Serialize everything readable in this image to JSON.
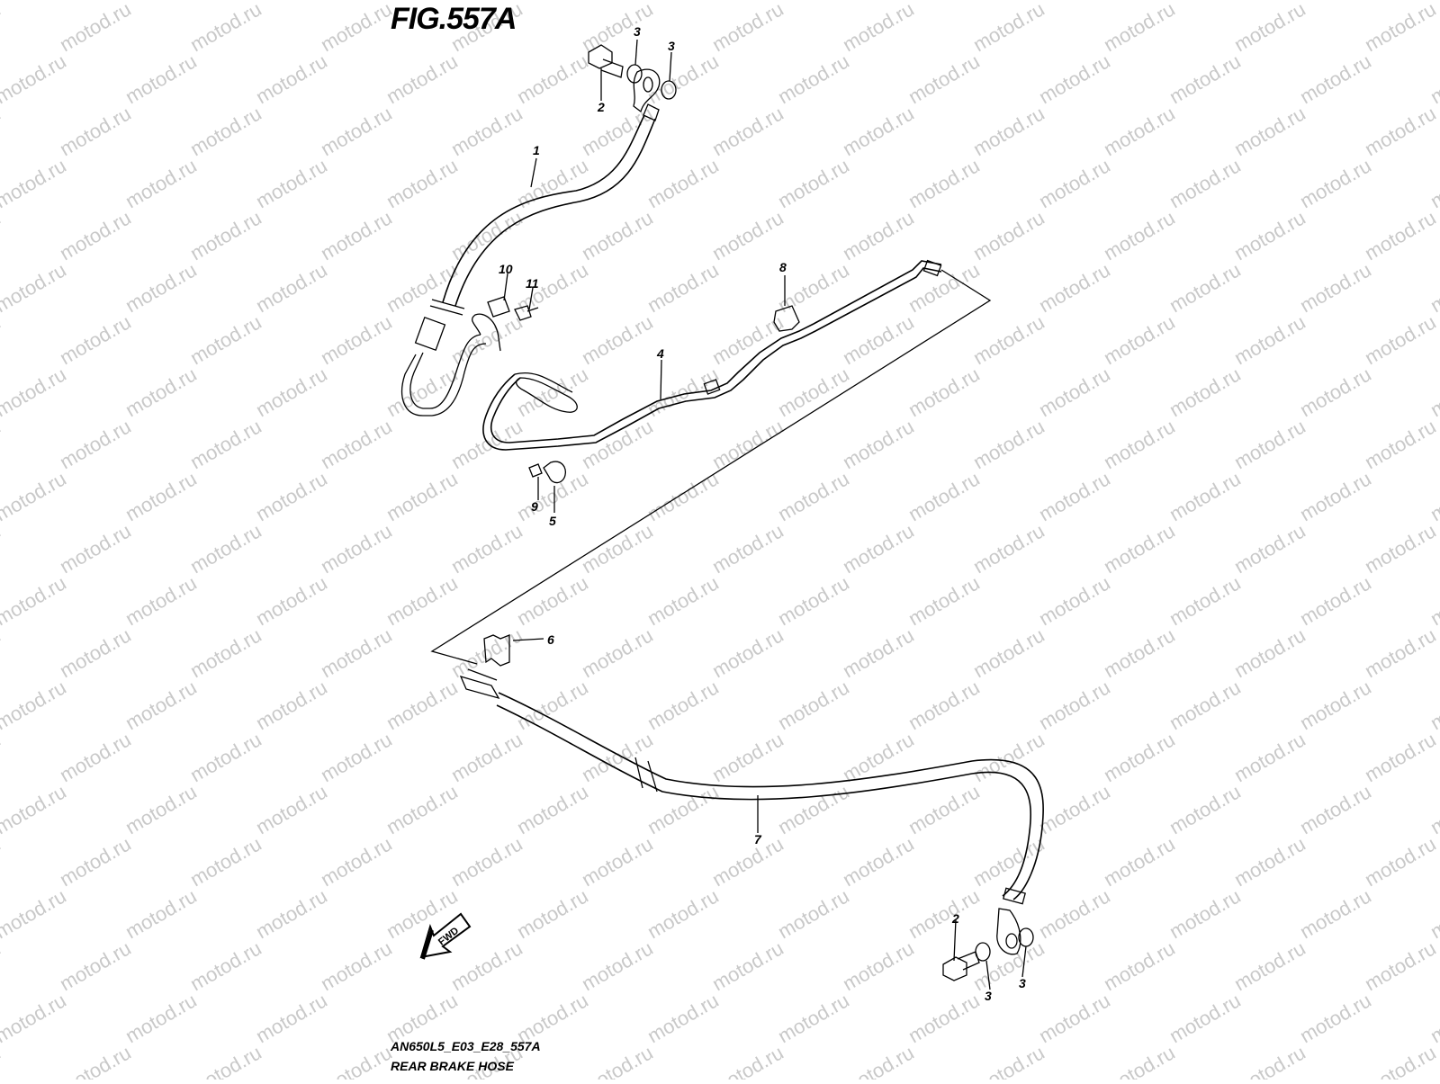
{
  "figure": {
    "title": "FIG.557A",
    "code": "AN650L5_E03_E28_557A",
    "name": "REAR BRAKE HOSE",
    "watermark": "motod.ru",
    "direction_label": "FWD"
  },
  "callouts": {
    "hose_upper": "1",
    "bolt_top": "2",
    "washer_top_left": "3",
    "washer_top_right": "3",
    "pipe": "4",
    "clamp_5": "5",
    "clip_6": "6",
    "hose_lower": "7",
    "grommet_8": "8",
    "bolt_9": "9",
    "bracket_10": "10",
    "bolt_11": "11",
    "bolt_bottom": "2",
    "washer_bottom_left": "3",
    "washer_bottom_right": "3"
  },
  "colors": {
    "line": "#000000",
    "watermark": "#c9c9c9",
    "background": "#ffffff"
  }
}
